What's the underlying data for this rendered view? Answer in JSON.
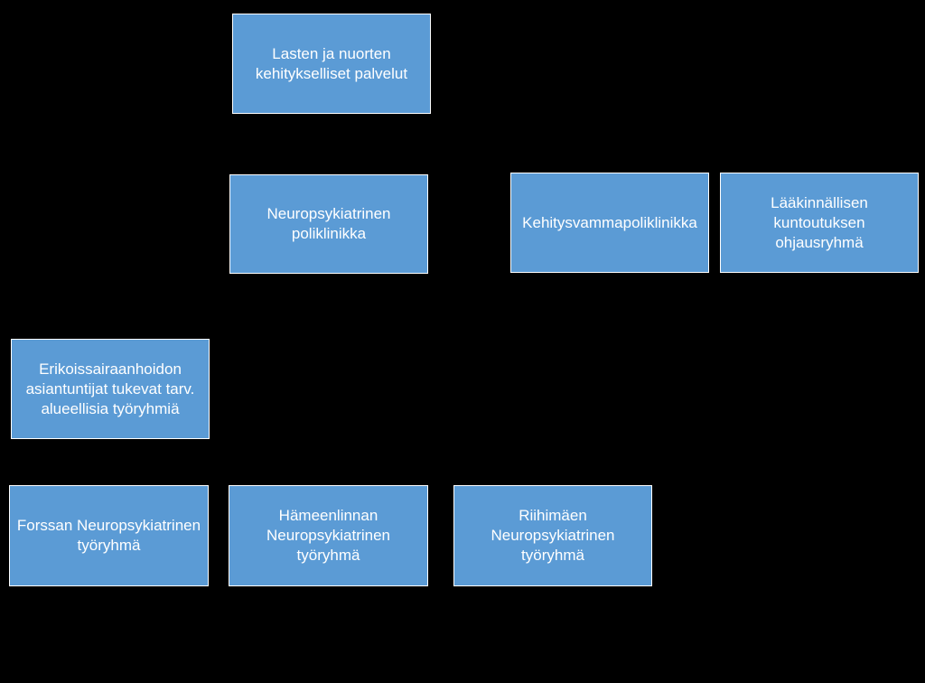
{
  "diagram": {
    "background": "#000000",
    "node_fill": "#5b9bd5",
    "node_border": "#ffffff",
    "text_color": "#ffffff",
    "nodes": {
      "root": "Lasten ja nuorten\nkehitykselliset palvelut",
      "neuro_poli": "Neuropsykiatrinen\npoliklinikka",
      "kehitysvamma": "Kehitysvammapoliklinikka",
      "laakinnallinen": "Lääkinnällisen\nkuntoutuksen\nohjausryhmä",
      "erikois": "Erikoissairaanhoidon\nasiantuntijat tukevat tarv.\nalueellisia työryhmiä",
      "forssa": "Forssan Neuropsykiatrinen\ntyöryhmä",
      "hameenlinna": "Hämeenlinnan\nNeuropsykiatrinen\ntyöryhmä",
      "riihimaki": "Riihimäen\nNeuropsykiatrinen\ntyöryhmä"
    }
  }
}
